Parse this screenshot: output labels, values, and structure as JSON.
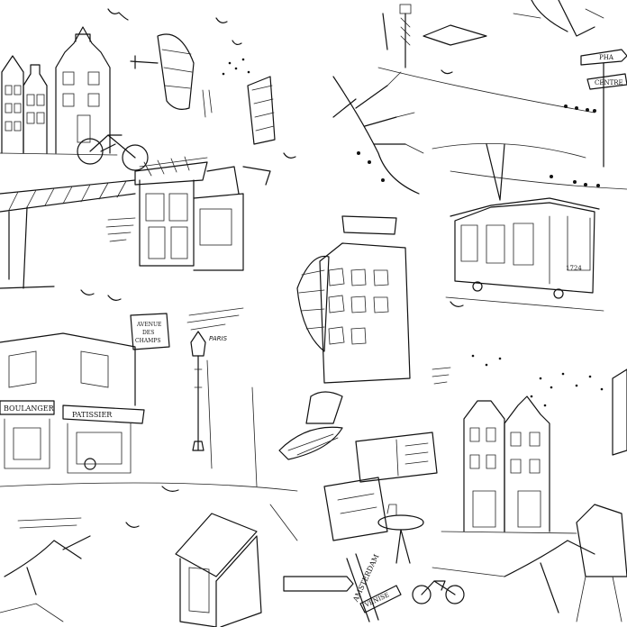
{
  "illustration": {
    "palette": {
      "ink": "#111111",
      "paper": "#ffffff"
    },
    "signs": {
      "avenue_line1": "AVENUE",
      "avenue_line2": "DES",
      "avenue_line3": "CHAMPS",
      "boulanger": "BOULANGER",
      "patissier": "PATISSIER",
      "centre": "CENTRE",
      "pha": "PHA",
      "paris": "PARIS",
      "tram_number": "1724",
      "amsterdam": "AMSTERDAM",
      "venise": "VENISE"
    }
  }
}
